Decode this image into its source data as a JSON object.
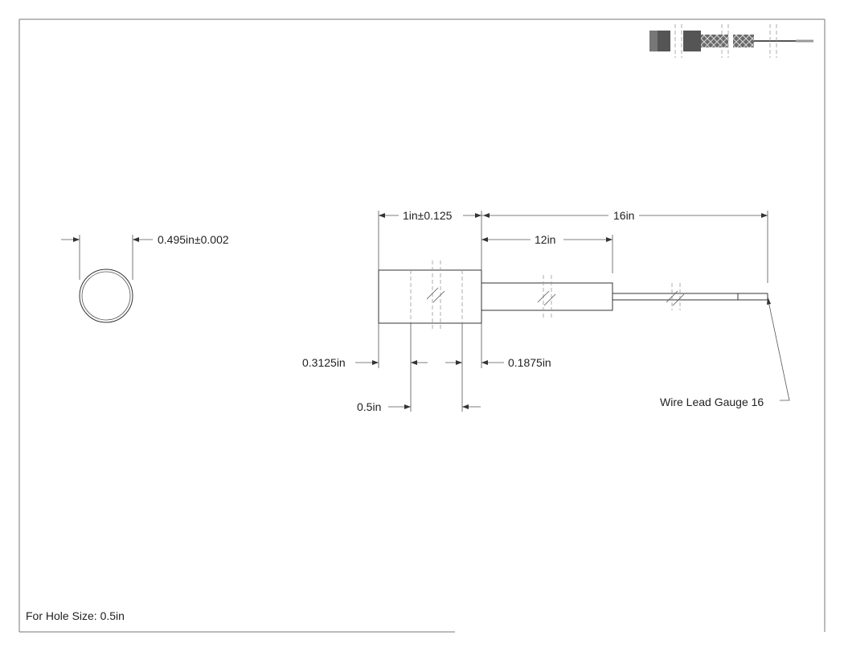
{
  "dimensions": {
    "diameter": "0.495in±0.002",
    "probe_length": "1in±0.125",
    "total_length": "16in",
    "sheath_length": "12in",
    "offset_left": "0.3125in",
    "offset_right": "0.1875in",
    "segment": "0.5in"
  },
  "callouts": {
    "wire_lead": "Wire Lead Gauge 16"
  },
  "notes": {
    "hole_size": "For Hole Size: 0.5in"
  }
}
